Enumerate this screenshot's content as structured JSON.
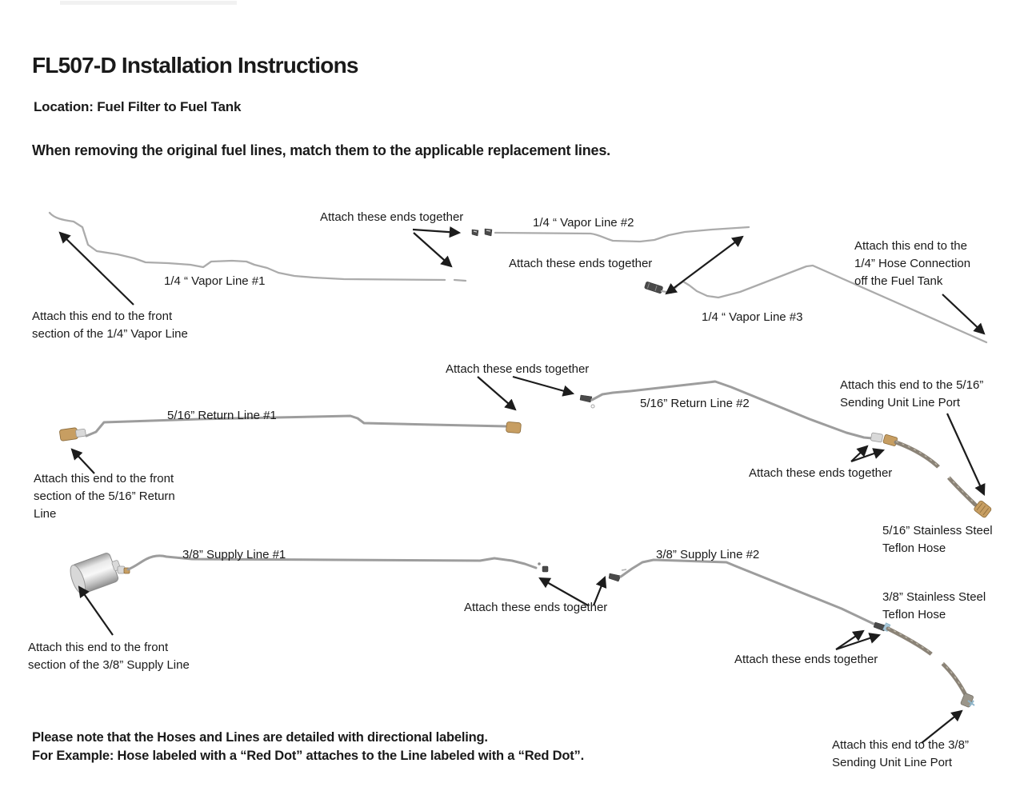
{
  "header": {
    "title": "FL507-D Installation Instructions",
    "location": "Location: Fuel Filter to Fuel Tank",
    "intro": "When removing the original fuel lines, match them to the applicable replacement lines."
  },
  "labels": {
    "attach_ends": "Attach these ends together",
    "vapor1": "1/4 “ Vapor Line #1",
    "vapor2": "1/4 “ Vapor Line #2",
    "vapor3": "1/4 “ Vapor Line #3",
    "vapor_front": "Attach this end  to the front\nsection of the 1/4” Vapor Line",
    "tank_note": "Attach this end to the\n1/4” Hose Connection\noff the Fuel Tank",
    "return1": "5/16” Return Line #1",
    "return2": "5/16” Return Line #2",
    "return_front": "Attach this end to the front\nsection of the 5/16” Return\nLine",
    "sending_516": "Attach this end to the 5/16”\nSending Unit Line Port",
    "hose_516": "5/16” Stainless Steel\nTeflon Hose",
    "supply1": "3/8” Supply Line #1",
    "supply2": "3/8” Supply Line #2",
    "supply_front": "Attach this end to the front\nsection of the 3/8” Supply Line",
    "hose_38": "3/8” Stainless Steel\nTeflon Hose",
    "sending_38": "Attach this end to the 3/8”\nSending Unit Line Port"
  },
  "footer": {
    "note": "Please note that the Hoses and Lines are detailed with directional labeling.\nFor Example: Hose labeled with a “Red Dot” attaches to the Line labeled with a “Red Dot”."
  },
  "colors": {
    "text": "#1a1a1a",
    "arrow": "#1c1c1c",
    "tube": "#9d9d9d",
    "tubeThin": "#ababab",
    "hose": "#8b8377",
    "brass": "#c79e62"
  }
}
